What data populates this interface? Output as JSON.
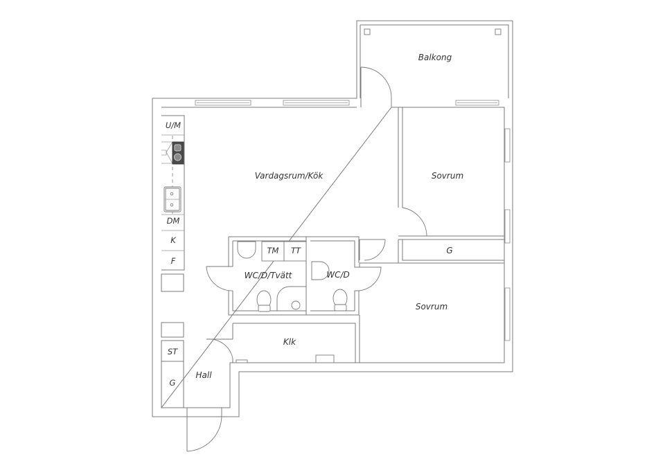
{
  "floorplan": {
    "rooms": {
      "balcony": "Balkong",
      "living_kitchen": "Vardagsrum/Kök",
      "bedroom_1": "Sovrum",
      "bedroom_2": "Sovrum",
      "wardrobe_bedroom": "G",
      "bathroom_laundry": "WC/D/Tvätt",
      "bathroom": "WC/D",
      "walk_in_closet": "Klk",
      "hall": "Hall"
    },
    "fixtures": {
      "fridge_freezer_top": "U/M",
      "dishwasher": "DM",
      "fridge": "K",
      "freezer": "F",
      "linen_closet": "ST",
      "wardrobe_hall": "G",
      "washing_machine": "TM",
      "tumble_dryer": "TT"
    },
    "colors": {
      "wall_stroke": "#7a7a7a",
      "label_text": "#333333",
      "background": "#ffffff"
    }
  }
}
